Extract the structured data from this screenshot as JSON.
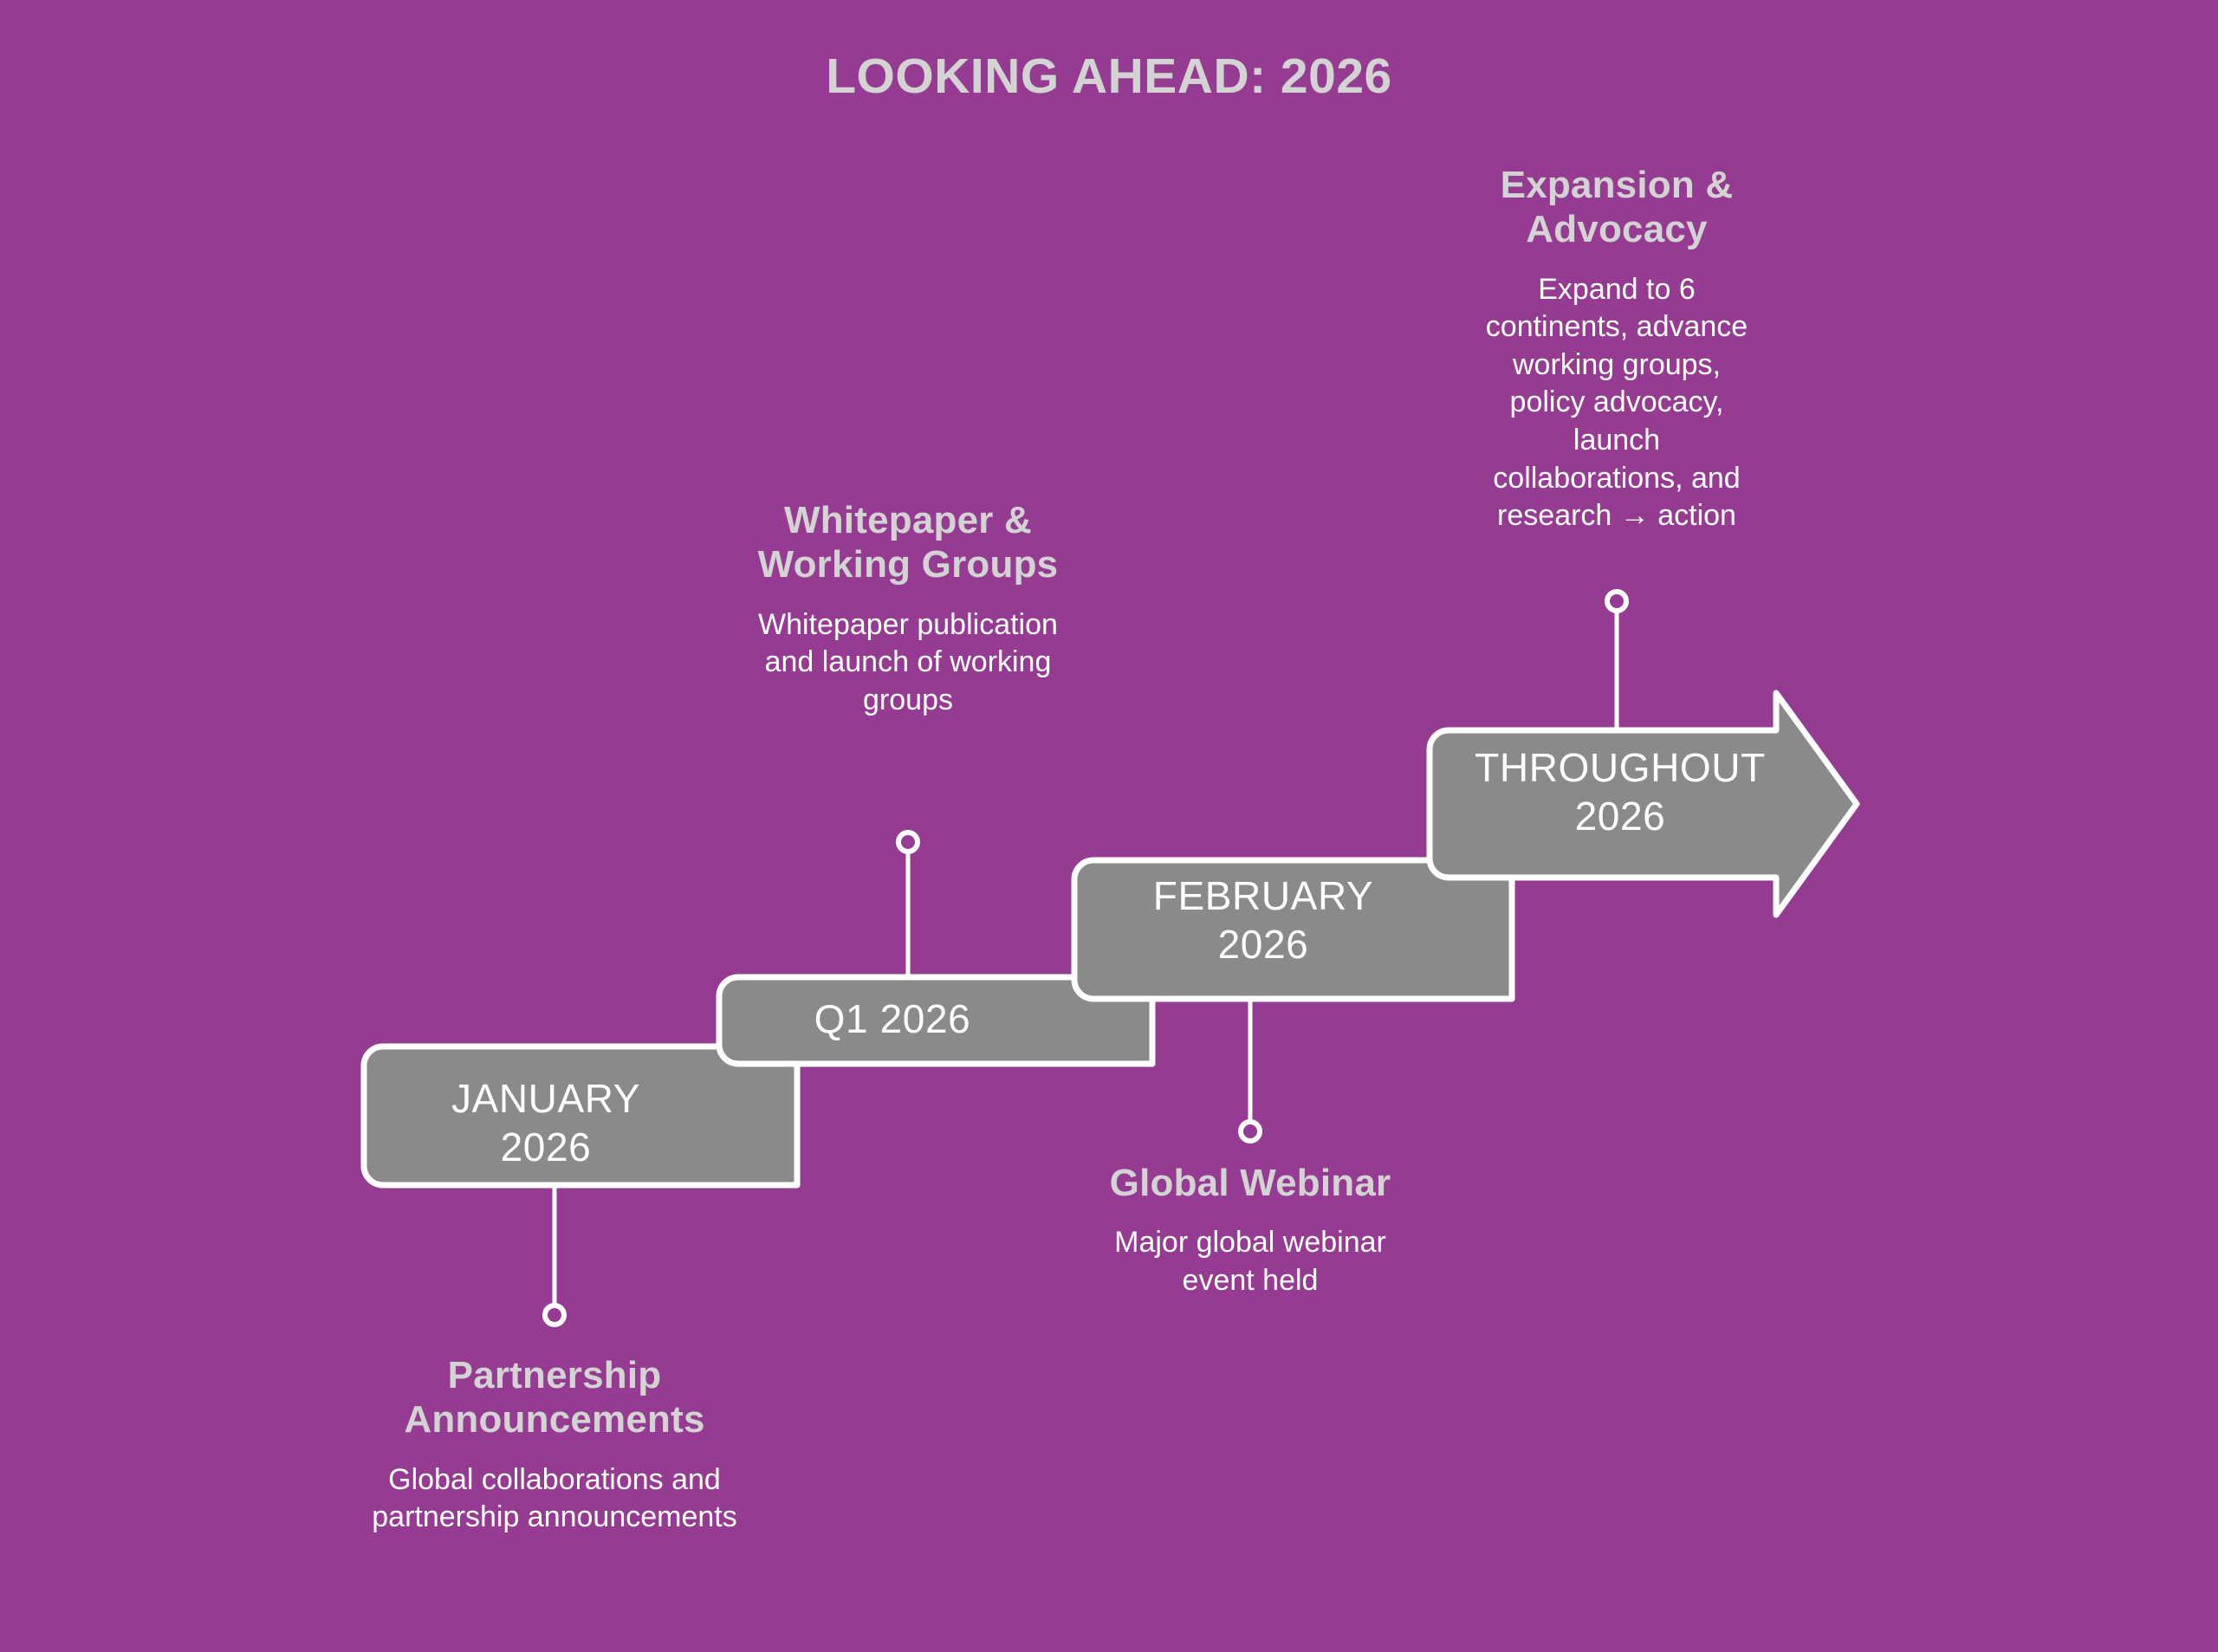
{
  "slide": {
    "title": "LOOKING AHEAD: 2026",
    "background_color": "#963b92",
    "step_fill_color": "#8a8a8a",
    "step_stroke_color": "#ffffff",
    "heading_color": "#d3d3d3",
    "body_color": "#ffffff"
  },
  "timeline": {
    "steps": [
      {
        "id": "january-2026",
        "period_line1": "JANUARY",
        "period_line2": "2026",
        "callout_title": "Partnership Announcements",
        "callout_desc": "Global collaborations and partnership announcements",
        "callout_position": "below"
      },
      {
        "id": "q1-2026",
        "period_line1": "Q1 2026",
        "period_line2": "",
        "callout_title": "Whitepaper & Working Groups",
        "callout_desc": "Whitepaper publication and launch of working groups",
        "callout_position": "above"
      },
      {
        "id": "february-2026",
        "period_line1": "FEBRUARY",
        "period_line2": "2026",
        "callout_title": "Global Webinar",
        "callout_desc": "Major global webinar event held",
        "callout_position": "below"
      },
      {
        "id": "throughout-2026",
        "period_line1": "THROUGHOUT",
        "period_line2": "2026",
        "callout_title": "Expansion & Advocacy",
        "callout_desc": "Expand to 6 continents, advance working groups, policy advocacy, launch collaborations, and research → action",
        "callout_position": "above"
      }
    ]
  }
}
